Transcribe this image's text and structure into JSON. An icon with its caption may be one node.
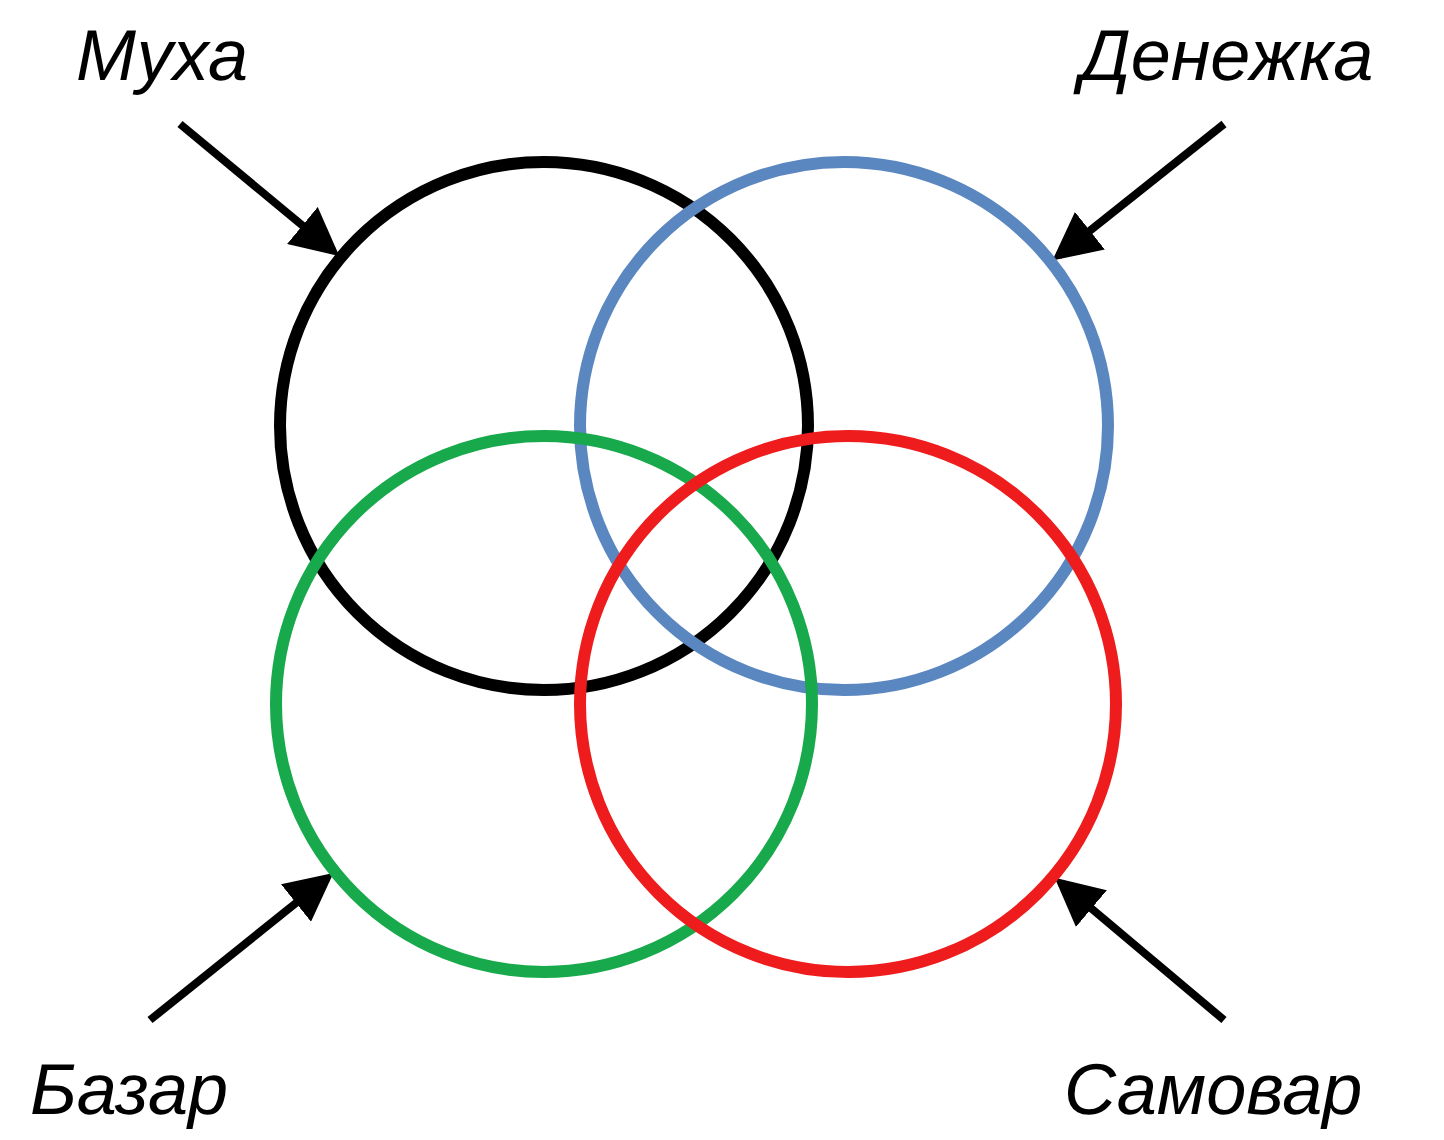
{
  "diagram": {
    "nodes": [
      {
        "text": [
          "Муха"
        ]
      },
      {
        "text": [
          "Денежка"
        ]
      },
      {
        "text": [],
        "shape": "circle"
      },
      {
        "text": [],
        "shape": "circle"
      },
      {
        "text": [],
        "shape": "circle"
      },
      {
        "text": [],
        "shape": "circle"
      },
      {
        "text": [
          "Базар"
        ]
      },
      {
        "text": [
          "Самовар"
        ]
      }
    ],
    "edges": [
      {
        "from": 0,
        "to": 2,
        "arrow": "to"
      },
      {
        "from": 1,
        "to": 3,
        "arrow": "to"
      },
      {
        "from": 6,
        "to": 4,
        "arrow": "to"
      },
      {
        "from": 7,
        "to": 5,
        "arrow": "to"
      }
    ]
  }
}
